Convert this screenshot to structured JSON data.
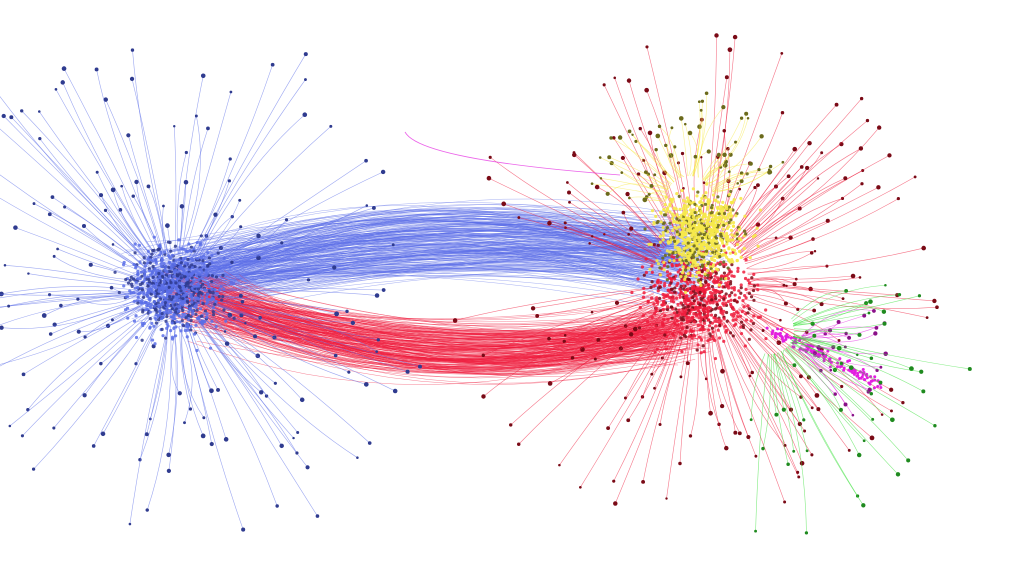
{
  "graph": {
    "type": "network-visualization",
    "background": "#ffffff",
    "communities": [
      {
        "id": "blue",
        "color": "#5b6ee8",
        "node_color": "#2f3b8f"
      },
      {
        "id": "yellow",
        "color": "#f6e94a",
        "node_color": "#6b6a1c"
      },
      {
        "id": "red",
        "color": "#ee1c3c",
        "node_color": "#7a0a16"
      },
      {
        "id": "magenta",
        "color": "#e21fe0",
        "node_color": "#8a1088"
      },
      {
        "id": "green",
        "color": "#33e033",
        "node_color": "#1f8a1f"
      }
    ]
  }
}
